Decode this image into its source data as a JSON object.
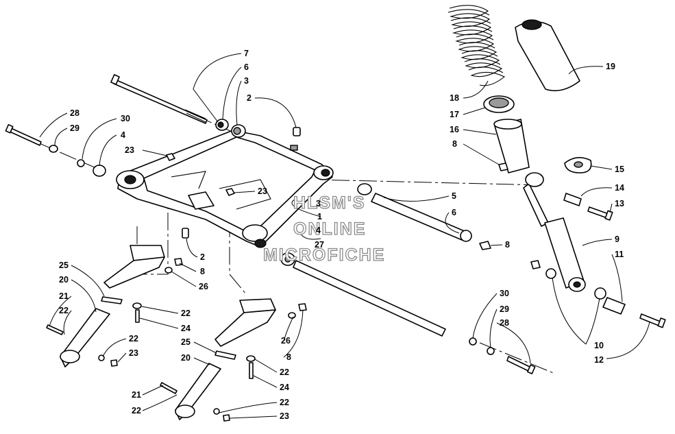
{
  "watermark": {
    "line1": "HLSM'S",
    "line2": "ONLINE",
    "line3": "MICROFICHE"
  },
  "callouts": {
    "n7": "7",
    "n6a": "6",
    "n3a": "3",
    "n2a": "2",
    "n28a": "28",
    "n29a": "29",
    "n30a": "30",
    "n4a": "4",
    "n23a": "23",
    "n23b": "23",
    "n3b": "3",
    "n1": "1",
    "n4b": "4",
    "n27": "27",
    "n2b": "2",
    "n8a": "8",
    "n26a": "26",
    "n25a": "25",
    "n20a": "20",
    "n21a": "21",
    "n22a": "22",
    "n22b": "22",
    "n24a": "24",
    "n22c": "22",
    "n23c": "23",
    "n26b": "26",
    "n8b": "8",
    "n25b": "25",
    "n20b": "20",
    "n22d": "22",
    "n24b": "24",
    "n21b": "21",
    "n22e": "22",
    "n22f": "22",
    "n23d": "23",
    "n5": "5",
    "n6b": "6",
    "n8c": "8",
    "n30b": "30",
    "n29b": "29",
    "n28b": "28",
    "n19": "19",
    "n18": "18",
    "n17": "17",
    "n16": "16",
    "n8d": "8",
    "n15": "15",
    "n14": "14",
    "n13": "13",
    "n9": "9",
    "n11": "11",
    "n10": "10",
    "n12": "12"
  }
}
